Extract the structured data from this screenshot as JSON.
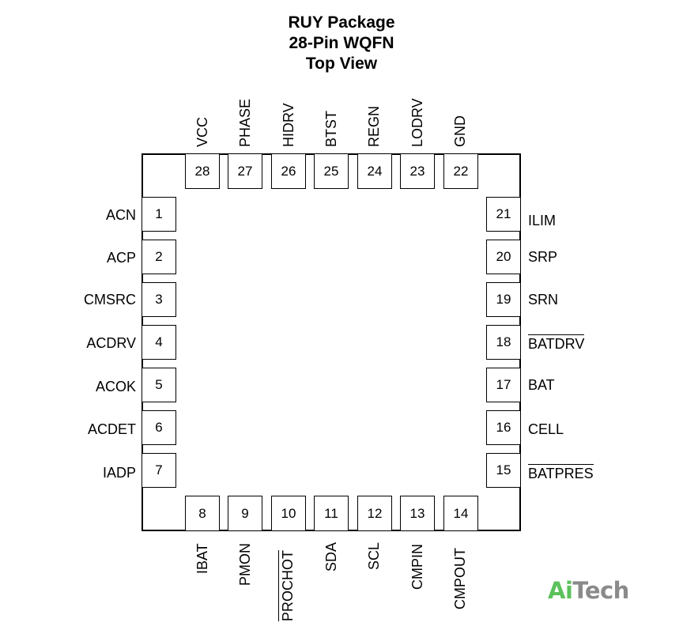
{
  "title": {
    "line1": "RUY Package",
    "line2": "28-Pin WQFN",
    "line3": "Top View"
  },
  "pins": {
    "left": [
      {
        "num": "1",
        "name": "ACN"
      },
      {
        "num": "2",
        "name": "ACP"
      },
      {
        "num": "3",
        "name": "CMSRC"
      },
      {
        "num": "4",
        "name": "ACDRV"
      },
      {
        "num": "5",
        "name": "ACOK"
      },
      {
        "num": "6",
        "name": "ACDET"
      },
      {
        "num": "7",
        "name": "IADP"
      }
    ],
    "bottom": [
      {
        "num": "8",
        "name": "IBAT"
      },
      {
        "num": "9",
        "name": "PMON"
      },
      {
        "num": "10",
        "name": "PROCHOT"
      },
      {
        "num": "11",
        "name": "SDA"
      },
      {
        "num": "12",
        "name": "SCL"
      },
      {
        "num": "13",
        "name": "CMPIN"
      },
      {
        "num": "14",
        "name": "CMPOUT"
      }
    ],
    "right": [
      {
        "num": "21",
        "name": "ILIM"
      },
      {
        "num": "20",
        "name": "SRP"
      },
      {
        "num": "19",
        "name": "SRN"
      },
      {
        "num": "18",
        "name": "BATDRV"
      },
      {
        "num": "17",
        "name": "BAT"
      },
      {
        "num": "16",
        "name": "CELL"
      },
      {
        "num": "15",
        "name": "BATPRES"
      }
    ],
    "top": [
      {
        "num": "28",
        "name": "VCC"
      },
      {
        "num": "27",
        "name": "PHASE"
      },
      {
        "num": "26",
        "name": "HIDRV"
      },
      {
        "num": "25",
        "name": "BTST"
      },
      {
        "num": "24",
        "name": "REGN"
      },
      {
        "num": "23",
        "name": "LODRV"
      },
      {
        "num": "22",
        "name": "GND"
      }
    ]
  },
  "watermark": {
    "part1": "Ai",
    "part2": "Tech",
    "colors": {
      "part1": "#5cc15c",
      "part2": "#8a8a8a"
    }
  }
}
